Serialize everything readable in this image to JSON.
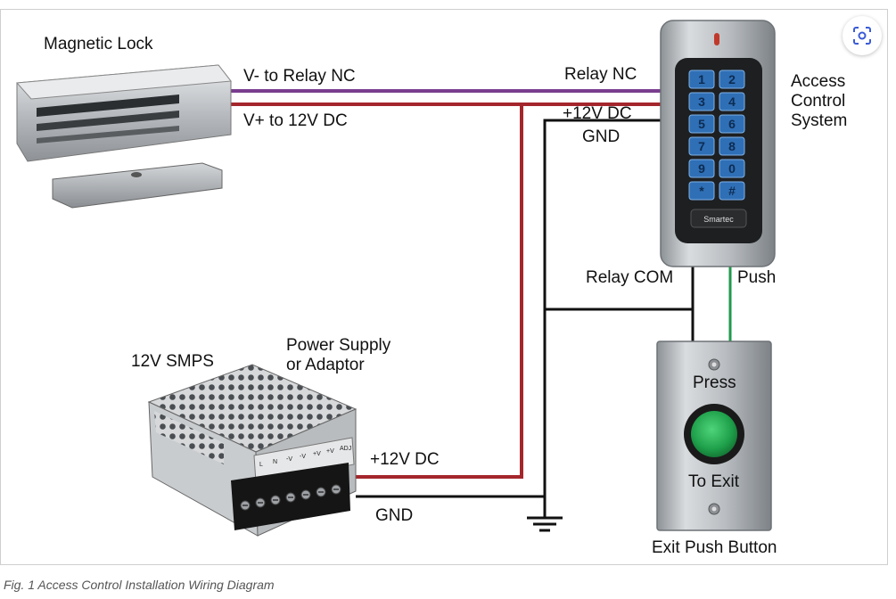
{
  "labels": {
    "magnetic_lock": "Magnetic Lock",
    "v_minus": "V- to Relay NC",
    "v_plus": "V+ to 12V DC",
    "relay_nc": "Relay NC",
    "plus12_top": "+12V DC",
    "gnd_top": "GND",
    "access_line1": "Access",
    "access_line2": "Control",
    "access_line3": "System",
    "relay_com": "Relay COM",
    "push": "Push",
    "smps": "12V SMPS",
    "power_line1": "Power Supply",
    "power_line2": "or Adaptor",
    "plus12_bottom": "+12V DC",
    "gnd_bottom": "GND",
    "press": "Press",
    "to_exit": "To Exit",
    "exit_button": "Exit Push Button"
  },
  "keypad": [
    "1",
    "2",
    "3",
    "4",
    "5",
    "6",
    "7",
    "8",
    "9",
    "0",
    "*",
    "#"
  ],
  "brand": "Smartec",
  "psu_terminals": [
    "L",
    "N",
    "-V",
    "-V",
    "+V",
    "+V",
    "ADJ"
  ],
  "caption": "Fig. 1 Access Control Installation Wiring Diagram",
  "icons": {
    "lens": "lens-search-icon"
  },
  "colors": {
    "purple_wire": "#7a3e8e",
    "red_wire": "#a4262c",
    "black_wire": "#111111",
    "green_wire": "#1f9a4c",
    "button_green": "#1fa14b"
  }
}
